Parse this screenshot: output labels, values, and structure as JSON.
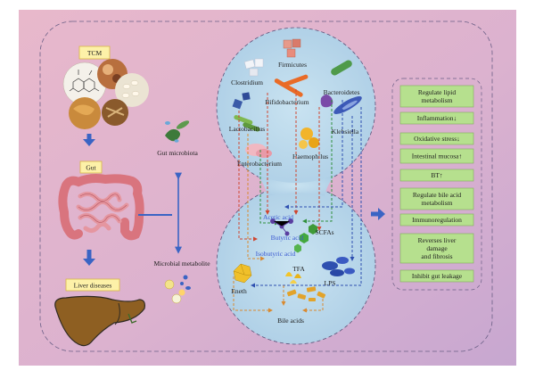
{
  "left": {
    "tcm_label": "TCM",
    "gut_label": "Gut",
    "liver_label": "Liver diseases"
  },
  "middle": {
    "gut_microbiota": "Gut microbiota",
    "microbial_metabolite": "Microbial metabolite"
  },
  "bacteria": {
    "firmicutes": "Firmicutes",
    "clostridium": "Clostridium",
    "bacteroidetes": "Bacteroidetes",
    "bifidobacterium": "Bifidobacterium",
    "lactobacillus": "Lactobacillus",
    "klebsiella": "Klebsiella",
    "haemophilus": "Haemophilus",
    "enterobacterium": "Enterobacterium"
  },
  "metabolites": {
    "acetic_acid": "Acetic acid",
    "butyric_acid": "Butyric acid",
    "isobutyric_acid": "Isobutyric acid",
    "scfas": "SCFAs",
    "tfa": "TFA",
    "lps": "LPS",
    "eneth": "Eneth",
    "bile_acids": "Bile acids"
  },
  "effects": [
    "Regulate lipid metabolism",
    "Inflammation↓",
    "Oxidative stress↓",
    "Intestinal mucosa↑",
    "BT↑",
    "Regulate bile acid metabolism",
    "Immunoregulation",
    "Reverses liver damage and fibrosis",
    "Inhibit gut leakage"
  ],
  "colors": {
    "background_from": "#e7b3c8",
    "background_to": "#c9a9cf",
    "circle_fill": "#b9d9ea",
    "arrow_blue": "#3a64c4",
    "label_yellow": "#fdf1a8",
    "effect_green": "#b6e08e"
  }
}
